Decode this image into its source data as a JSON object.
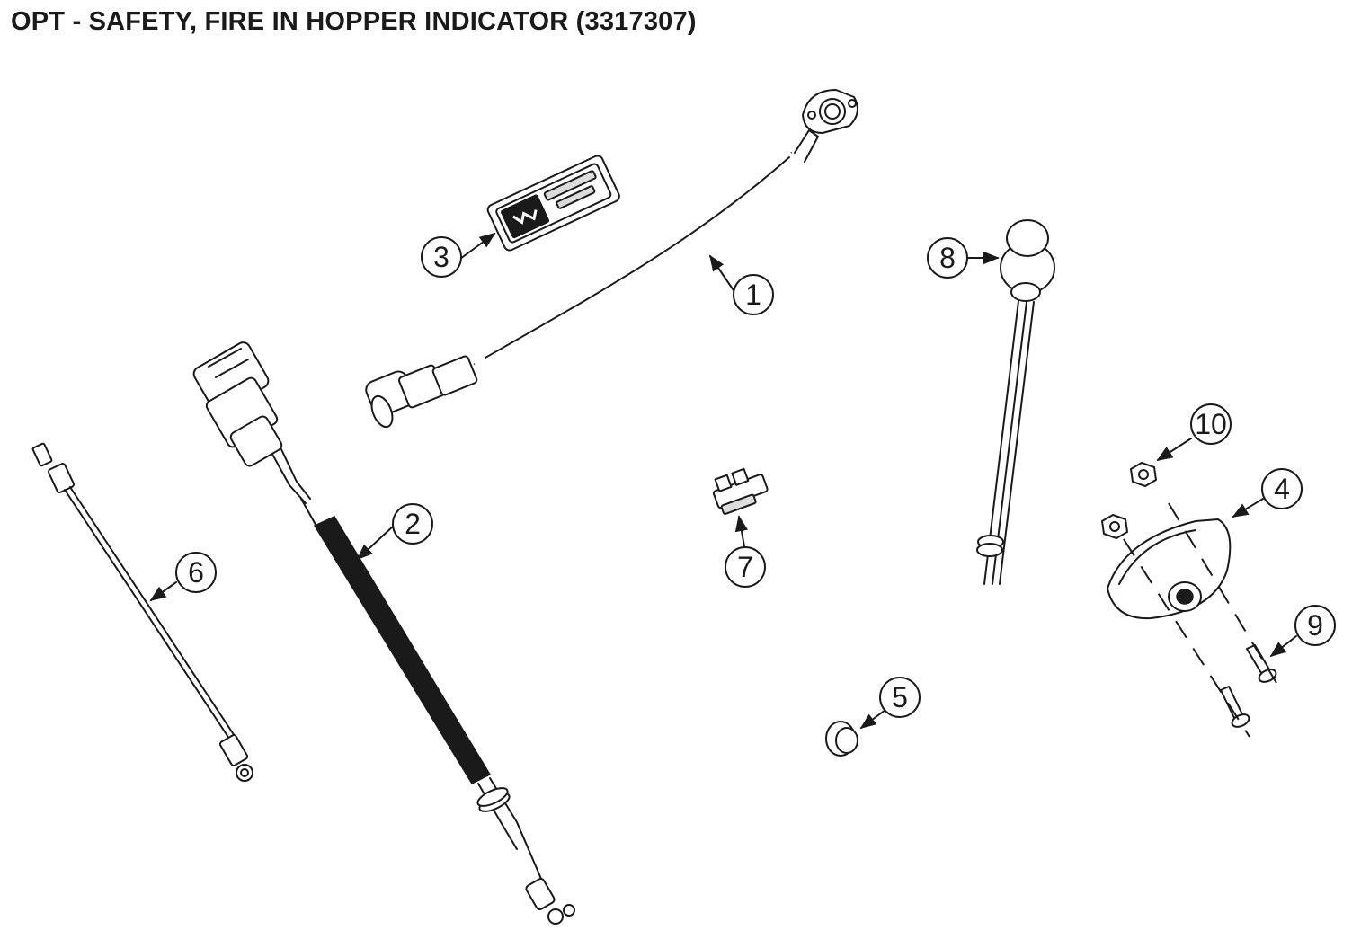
{
  "title": "OPT - SAFETY, FIRE IN HOPPER INDICATOR (3317307)",
  "callouts": [
    {
      "id": "1",
      "label": "1"
    },
    {
      "id": "2",
      "label": "2"
    },
    {
      "id": "3",
      "label": "3"
    },
    {
      "id": "4",
      "label": "4"
    },
    {
      "id": "5",
      "label": "5"
    },
    {
      "id": "6",
      "label": "6"
    },
    {
      "id": "7",
      "label": "7"
    },
    {
      "id": "8",
      "label": "8"
    },
    {
      "id": "9",
      "label": "9"
    },
    {
      "id": "10",
      "label": "10"
    }
  ],
  "colors": {
    "ink": "#1a1a1a",
    "paper": "#ffffff"
  }
}
